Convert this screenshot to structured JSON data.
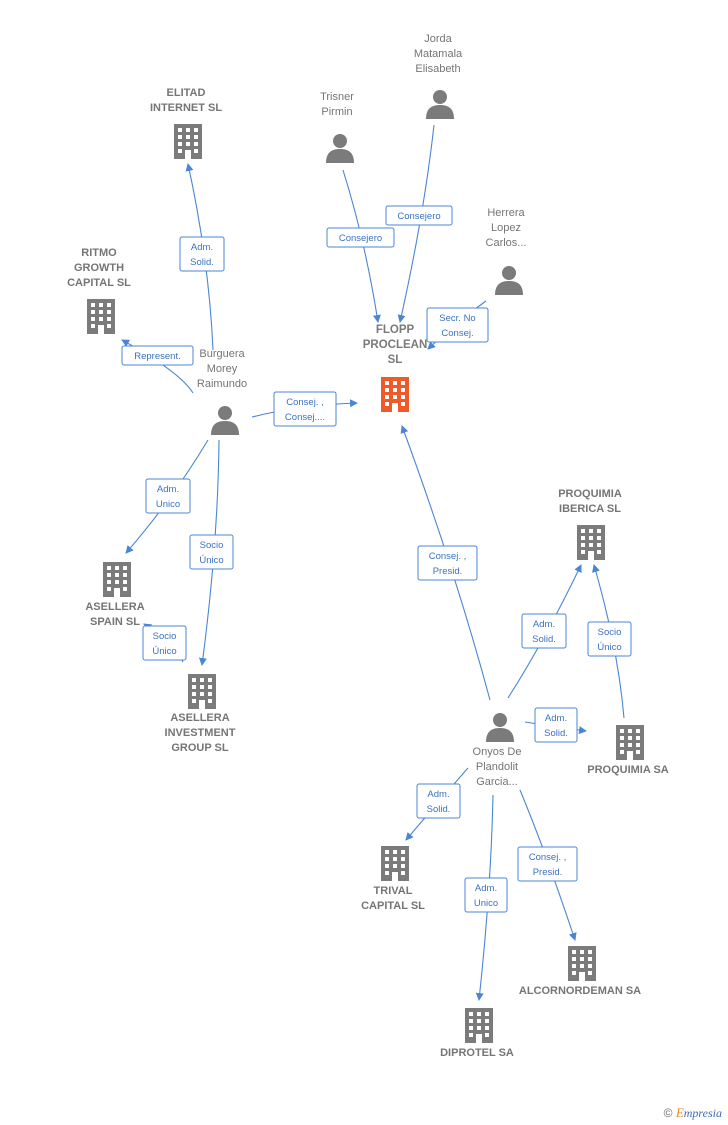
{
  "nodes": [
    {
      "id": "flopp",
      "kind": "company",
      "main": true,
      "label": [
        "FLOPP",
        "PROCLEAN",
        "SL"
      ]
    },
    {
      "id": "elitad",
      "kind": "company",
      "label": [
        "ELITAD",
        "INTERNET SL"
      ]
    },
    {
      "id": "ritmo",
      "kind": "company",
      "label": [
        "RITMO",
        "GROWTH",
        "CAPITAL SL"
      ]
    },
    {
      "id": "jorda",
      "kind": "person",
      "label": [
        "Jorda",
        "Matamala",
        "Elisabeth"
      ]
    },
    {
      "id": "trisner",
      "kind": "person",
      "label": [
        "Trisner",
        "Pirmin"
      ]
    },
    {
      "id": "herrera",
      "kind": "person",
      "label": [
        "Herrera",
        "Lopez",
        "Carlos..."
      ]
    },
    {
      "id": "burguera",
      "kind": "person",
      "label": [
        "Burguera",
        "Morey",
        "Raimundo"
      ]
    },
    {
      "id": "asellera_spain",
      "kind": "company",
      "label": [
        "ASELLERA",
        "SPAIN SL"
      ]
    },
    {
      "id": "asellera_inv",
      "kind": "company",
      "label": [
        "ASELLERA",
        "INVESTMENT",
        "GROUP SL"
      ]
    },
    {
      "id": "proquimia_iberica",
      "kind": "company",
      "label": [
        "PROQUIMIA",
        "IBERICA SL"
      ]
    },
    {
      "id": "proquimia",
      "kind": "company",
      "label": [
        "PROQUIMIA SA"
      ]
    },
    {
      "id": "onyos",
      "kind": "person",
      "label": [
        "Onyos De",
        "Plandolit",
        "Garcia..."
      ]
    },
    {
      "id": "trival",
      "kind": "company",
      "label": [
        "TRIVAL",
        "CAPITAL SL"
      ]
    },
    {
      "id": "alcornordeman",
      "kind": "company",
      "label": [
        "ALCORNORDEMAN SA"
      ]
    },
    {
      "id": "diprotel",
      "kind": "company",
      "label": [
        "DIPROTEL SA"
      ]
    }
  ],
  "edges": [
    {
      "from": "burguera",
      "to": "elitad",
      "label": [
        "Adm.",
        "Solid."
      ]
    },
    {
      "from": "burguera",
      "to": "ritmo",
      "label": [
        "Represent."
      ]
    },
    {
      "from": "trisner",
      "to": "flopp",
      "label": [
        "Consejero"
      ]
    },
    {
      "from": "jorda",
      "to": "flopp",
      "label": [
        "Consejero"
      ]
    },
    {
      "from": "herrera",
      "to": "flopp",
      "label": [
        "Secr. No",
        "Consej."
      ]
    },
    {
      "from": "burguera",
      "to": "flopp",
      "label": [
        "Consej. ,",
        "Consej...."
      ]
    },
    {
      "from": "burguera",
      "to": "asellera_spain",
      "label": [
        "Adm.",
        "Unico"
      ]
    },
    {
      "from": "burguera",
      "to": "asellera_inv",
      "label": [
        "Socio",
        "Único"
      ]
    },
    {
      "from": "asellera_inv",
      "to": "asellera_spain",
      "label": [
        "Socio",
        "Único"
      ]
    },
    {
      "from": "onyos",
      "to": "flopp",
      "label": [
        "Consej. ,",
        "Presid."
      ]
    },
    {
      "from": "onyos",
      "to": "proquimia_iberica",
      "label": [
        "Adm.",
        "Solid."
      ]
    },
    {
      "from": "proquimia",
      "to": "proquimia_iberica",
      "label": [
        "Socio",
        "Único"
      ]
    },
    {
      "from": "onyos",
      "to": "proquimia",
      "label": [
        "Adm.",
        "Solid."
      ]
    },
    {
      "from": "onyos",
      "to": "trival",
      "label": [
        "Adm.",
        "Solid."
      ]
    },
    {
      "from": "onyos",
      "to": "alcornordeman",
      "label": [
        "Consej. ,",
        "Presid."
      ]
    },
    {
      "from": "onyos",
      "to": "diprotel",
      "label": [
        "Adm.",
        "Unico"
      ]
    }
  ],
  "footer": {
    "copyright_symbol": "©",
    "brand_initial": "E",
    "brand_rest": "mpresia"
  },
  "colors": {
    "edge": "#4a86d4",
    "node": "#7b7b7b",
    "main_node": "#f05a28"
  }
}
